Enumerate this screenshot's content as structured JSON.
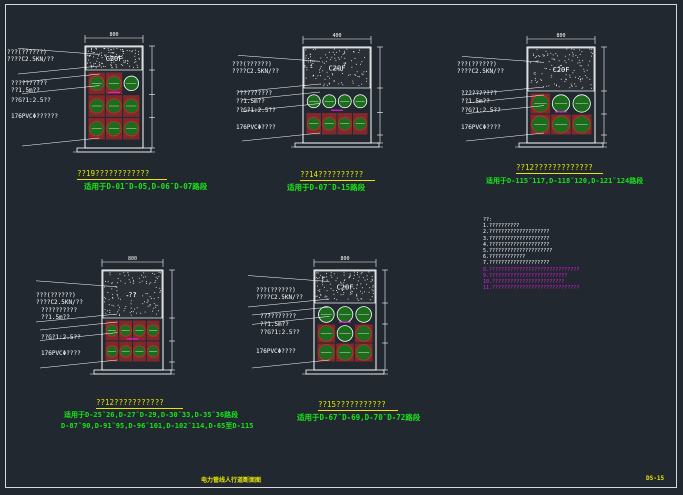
{
  "colors": {
    "background": "#212830",
    "white": "#ffffff",
    "yellow": "#e6e600",
    "green": "#19e619",
    "red": "#d02a2a",
    "magenta": "#e619e6",
    "conduit": "#1d6b1d"
  },
  "sections": [
    {
      "id": "s1",
      "top_dim": "800",
      "labels": [
        "???(??????)",
        "????C2.5KN/??",
        "??????????",
        "??1.5m??",
        "??G?1:2.5??",
        "176PVCΦ??????"
      ],
      "concrete": "C20F",
      "title": "??19????????????",
      "usage": [
        "适用于D-01˜D-05,D-06˜D-07路段"
      ]
    },
    {
      "id": "s2",
      "top_dim": "400",
      "labels": [
        "???(??????)",
        "????C2.5KN/??",
        "??????????",
        "??1.5m??",
        "??G?1:2.5??",
        "176PVCΦ????"
      ],
      "concrete": "C20F",
      "title": "??14??????????",
      "usage": [
        "适用于D-07˜D-15路段"
      ]
    },
    {
      "id": "s3",
      "top_dim": "800",
      "labels": [
        "???(??????)",
        "????C2.5KN/??",
        "??????????",
        "??1.5m??",
        "??G?1:2.5??",
        "176PVCΦ????"
      ],
      "concrete": "C20F",
      "title": "??12?????????????",
      "usage": [
        "适用于D-115˜117,D-118˜120,D-121˜124路段"
      ]
    },
    {
      "id": "s4",
      "top_dim": "800",
      "labels": [
        "???(??????)",
        "????C2.5KN/??",
        "??????????",
        "??1.5m??",
        "??G?1:2.5??",
        "176PVCΦ????"
      ],
      "concrete": "??",
      "title": "??12???????????",
      "usage": [
        "适用于D-25˜26,D-27˜D-29,D-30˜33,D-35˜36路段",
        "D-87˜90,D-91˜95,D-96˜101,D-102˜114,D-65至D-115"
      ]
    },
    {
      "id": "s5",
      "top_dim": "800",
      "labels": [
        "???(??????)",
        "????C2.5KN/??",
        "??????????",
        "??1.5m??",
        "??G?1:2.5??",
        "176PVCΦ????"
      ],
      "concrete": "C20F",
      "title": "??15???????????",
      "usage": [
        "适用于D-67˜D-69,D-70˜D-72路段"
      ]
    }
  ],
  "notes": {
    "header": "??:",
    "lines": [
      "1.??????????",
      "2.????????????????????",
      "3.????????????????????",
      "4.????????????????????",
      "5.?????????????????????",
      "6.????????????",
      "7.????????????????????"
    ],
    "highlight": [
      "8.??????????????????????????????",
      "9.??????????????????????????",
      "10.????????????????????????",
      "11.?????????????????????????????"
    ]
  },
  "footer": {
    "drawing_title": "电力管线人行道断面图",
    "drawing_no": "DS-15"
  }
}
